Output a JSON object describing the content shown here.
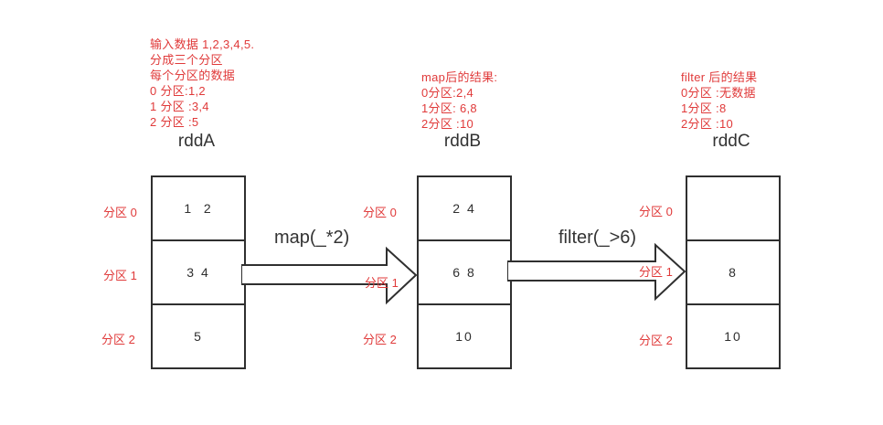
{
  "colors": {
    "annotation_red": "#e03a3a",
    "line_dark": "#2f2f2f",
    "background": "#ffffff"
  },
  "annotations": {
    "input": {
      "lines": [
        "输入数据 1,2,3,4,5.",
        "分成三个分区",
        "每个分区的数据",
        "0 分区:1,2",
        "1 分区 :3,4",
        "2 分区 :5"
      ]
    },
    "map_result": {
      "lines": [
        "map后的结果:",
        "0分区:2,4",
        "1分区: 6,8",
        "2分区 :10"
      ]
    },
    "filter_result": {
      "lines": [
        "filter 后的结果",
        "0分区 :无数据",
        "1分区 :8",
        "2分区 :10"
      ]
    }
  },
  "rdds": [
    {
      "title": "rddA",
      "partitions": [
        {
          "label": "分区 0",
          "value": "1  2"
        },
        {
          "label": "分区 1",
          "value": "3 4"
        },
        {
          "label": "分区 2",
          "value": "5"
        }
      ]
    },
    {
      "title": "rddB",
      "partitions": [
        {
          "label": "分区 0",
          "value": "2 4"
        },
        {
          "label": "分区 1",
          "value": "6 8"
        },
        {
          "label": "分区 2",
          "value": "10"
        }
      ]
    },
    {
      "title": "rddC",
      "partitions": [
        {
          "label": "分区 0",
          "value": ""
        },
        {
          "label": "分区 1",
          "value": "8"
        },
        {
          "label": "分区 2",
          "value": "10"
        }
      ]
    }
  ],
  "arrows": [
    {
      "label": "map(_*2)"
    },
    {
      "label": "filter(_>6)"
    }
  ]
}
